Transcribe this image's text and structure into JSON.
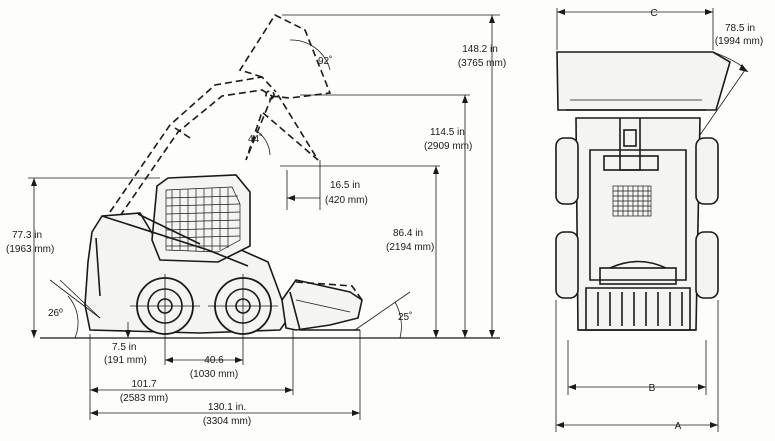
{
  "side_view": {
    "dims": {
      "hinge_height": {
        "in": "148.2 in",
        "mm": "(3765 mm)"
      },
      "dump_height": {
        "in": "114.5 in",
        "mm": "(2909 mm)"
      },
      "dump_reach": {
        "in": "16.5 in",
        "mm": "(420 mm)"
      },
      "dump_clearance": {
        "in": "86.4 in",
        "mm": "(2194 mm)"
      },
      "overall_height": {
        "in": "77.3 in",
        "mm": "(1963 mm)"
      },
      "ground_clearance": {
        "in": "7.5 in",
        "mm": "(191 mm)"
      },
      "wheelbase": {
        "in": "40.6",
        "mm": "(1030 mm)"
      },
      "length_no_bucket": {
        "in": "101.7",
        "mm": "(2583 mm)"
      },
      "length_with_bucket": {
        "in": "130.1 in.",
        "mm": "(3304 mm)"
      }
    },
    "angles": {
      "rollback_max": "92˚",
      "dump_angle": "44˚",
      "departure": "26º",
      "bucket_rollback": "25˚"
    }
  },
  "front_view": {
    "labels": {
      "c": "C",
      "b": "B",
      "a": "A",
      "swing": {
        "in": "78.5 in",
        "mm": "(1994 mm)"
      }
    }
  }
}
